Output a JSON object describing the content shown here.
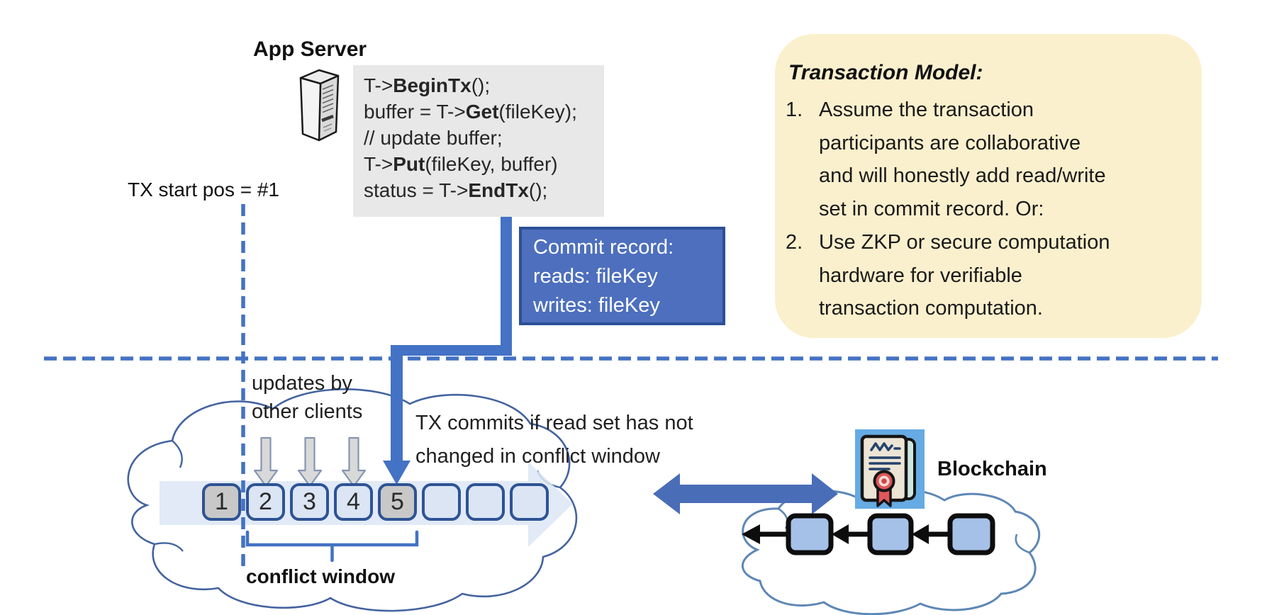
{
  "app_server": {
    "title": "App Server"
  },
  "code_block": {
    "lines": [
      [
        {
          "t": "T->"
        },
        {
          "t": "BeginTx",
          "b": true
        },
        {
          "t": "();"
        }
      ],
      [
        {
          "t": "buffer = T->"
        },
        {
          "t": "Get",
          "b": true
        },
        {
          "t": "(fileKey);"
        }
      ],
      [
        {
          "t": "// update buffer;"
        }
      ],
      [
        {
          "t": "T->"
        },
        {
          "t": "Put",
          "b": true
        },
        {
          "t": "(fileKey, buffer)"
        }
      ],
      [
        {
          "t": "status = T->"
        },
        {
          "t": "EndTx",
          "b": true
        },
        {
          "t": "();"
        }
      ]
    ]
  },
  "tx_start_label": "TX start pos = #1",
  "commit_record": {
    "lines": [
      "Commit record:",
      "reads: fileKey",
      "writes: fileKey"
    ]
  },
  "transaction_model": {
    "title": "Transaction Model:",
    "items": [
      {
        "number": "1.",
        "lines": [
          "Assume the transaction",
          "participants are collaborative",
          "and will honestly add read/write",
          "set in commit record.  Or:"
        ]
      },
      {
        "number": "2.",
        "lines": [
          "Use ZKP or secure computation",
          "hardware for verifiable",
          "transaction computation."
        ]
      }
    ]
  },
  "timeline": {
    "updates_label_lines": [
      "updates by",
      "other clients"
    ],
    "tx_commits_lines": [
      "TX commits if read set has not",
      "changed in conflict window"
    ],
    "blocks": [
      {
        "label": "1",
        "gray": true
      },
      {
        "label": "2",
        "gray": false
      },
      {
        "label": "3",
        "gray": false
      },
      {
        "label": "4",
        "gray": false
      },
      {
        "label": "5",
        "gray": true
      },
      {
        "label": "",
        "gray": false
      },
      {
        "label": "",
        "gray": false
      },
      {
        "label": "",
        "gray": false
      }
    ],
    "conflict_window_label": "conflict window"
  },
  "blockchain": {
    "label": "Blockchain"
  },
  "colors": {
    "accent_blue": "#4472c4",
    "commit_box_fill": "#4d6fbd",
    "commit_box_border": "#2c4f97",
    "block_border": "#2e5395",
    "block_fill": "#dbe5f4",
    "block_gray_fill": "#c8c8c8",
    "band_fill": "#dce6f4",
    "code_box_bg": "#e9e8e8",
    "note_box_bg": "#fbf0cd",
    "cloud_stroke_left": "#44639f",
    "cloud_stroke_right": "#5e87b5",
    "chain_block_fill": "#a6c1e8",
    "double_arrow": "#4a6db8",
    "gray_arrow_fill": "#d9d9d9",
    "gray_arrow_stroke": "#8496b0",
    "certificate_bg": "#66abe3",
    "certificate_paper": "#ece5d6",
    "certificate_seal": "#e0575a"
  }
}
